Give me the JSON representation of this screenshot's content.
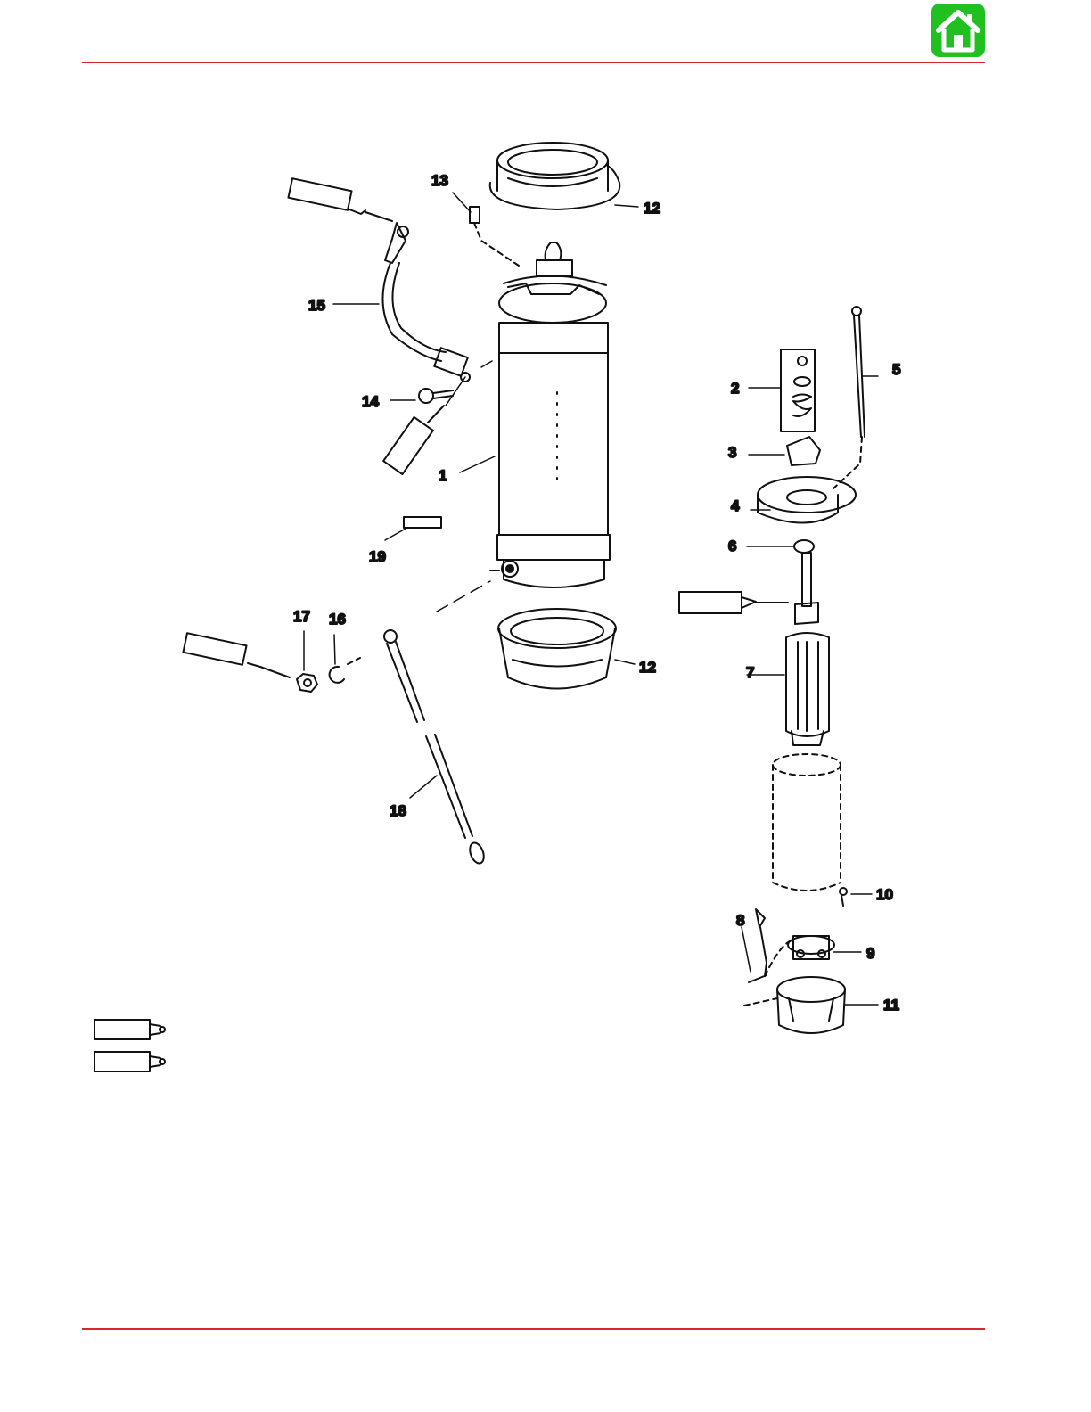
{
  "header": {
    "home_icon": "home-icon",
    "home_color": "#20c020",
    "rule_color": "#d7282f"
  },
  "diagram": {
    "callouts": {
      "c1": "1",
      "c2": "2",
      "c3": "3",
      "c4": "4",
      "c5": "5",
      "c6": "6",
      "c7": "7",
      "c8": "8",
      "c9": "9",
      "c10": "10",
      "c11": "11",
      "c12a": "12",
      "c12b": "12",
      "c13": "13",
      "c14": "14",
      "c15": "15",
      "c16": "16",
      "c17": "17",
      "c18": "18",
      "c19": "19"
    }
  }
}
